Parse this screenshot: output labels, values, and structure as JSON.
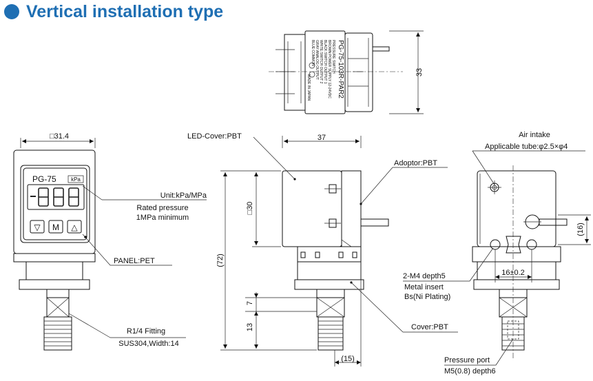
{
  "header": {
    "title": "Vertical installation type"
  },
  "front_view": {
    "size_label": "□31.4",
    "model": "PG-75",
    "unit_badge": "kPa",
    "btn_down": "▽",
    "btn_mode": "M",
    "btn_up": "△"
  },
  "top_view": {
    "height_label": "33",
    "label_lines": [
      "PG-75-103R-PAR2",
      "PRESSURE SWITCH",
      "BROWN:POWER SUPPLY 12-24VDC",
      "BLACK:SWITCH OUTPUT 1",
      "WHITE:SWITCH OUTPUT 2",
      "GRAY:ANALOG OUTPUT",
      "BLUE:COMMON",
      "MADE IN JAPAN"
    ]
  },
  "callouts": {
    "unit": "Unit:kPa/MPa",
    "rated_1": "Rated pressure",
    "rated_2": "1MPa minimum",
    "panel": "PANEL:PET",
    "fitting_1": "R1/4 Fitting",
    "fitting_2": "SUS304,Width:14",
    "led_cover": "LED-Cover:PBT",
    "adaptor": "Adoptor:PBT",
    "cover": "Cover:PBT",
    "air_intake": "Air intake",
    "tube": "Applicable tube:φ2.5×φ4",
    "m4_1": "2-M4 depth5",
    "m4_2": "Metal insert",
    "m4_3": "Bs(Ni Plating)",
    "port_1": "Pressure port",
    "port_2": "M5(0.8) depth6"
  },
  "dimensions": {
    "width_37": "37",
    "sq30": "□30",
    "h72": "(72)",
    "d7": "7",
    "d13": "13",
    "d15": "(15)",
    "d16": "(16)",
    "pitch": "16±0.2"
  }
}
